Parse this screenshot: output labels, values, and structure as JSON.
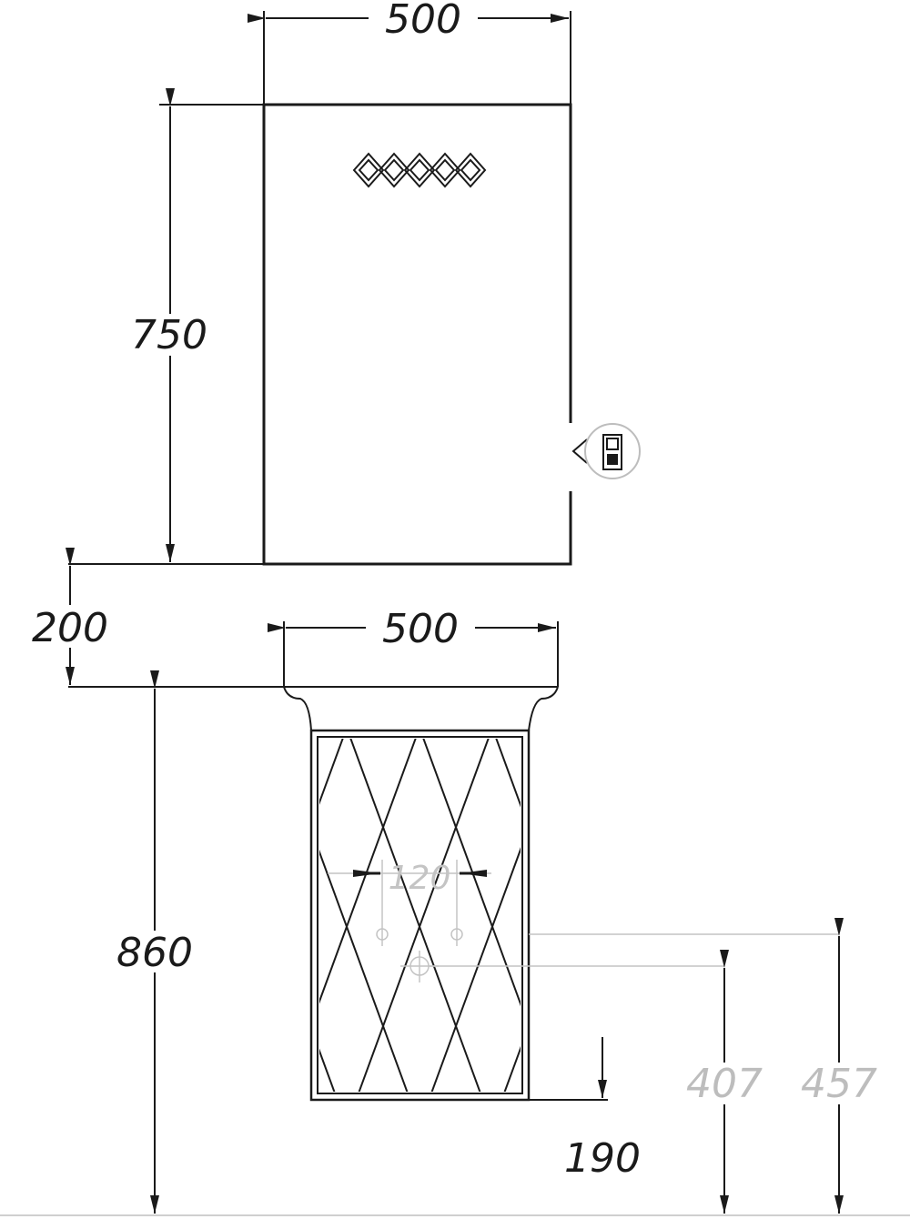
{
  "diagram": {
    "mirror_cabinet": {
      "width_label": "500",
      "height_label": "750"
    },
    "gap_label": "200",
    "vanity": {
      "width_label": "500",
      "height_label": "860",
      "pipe_spacing_label": "120",
      "drain_height_label": "407",
      "supply_height_label": "457",
      "bottom_clearance_label": "190"
    },
    "colors": {
      "line": "#1a1a1a",
      "dim_light": "#bdbdbd"
    }
  }
}
